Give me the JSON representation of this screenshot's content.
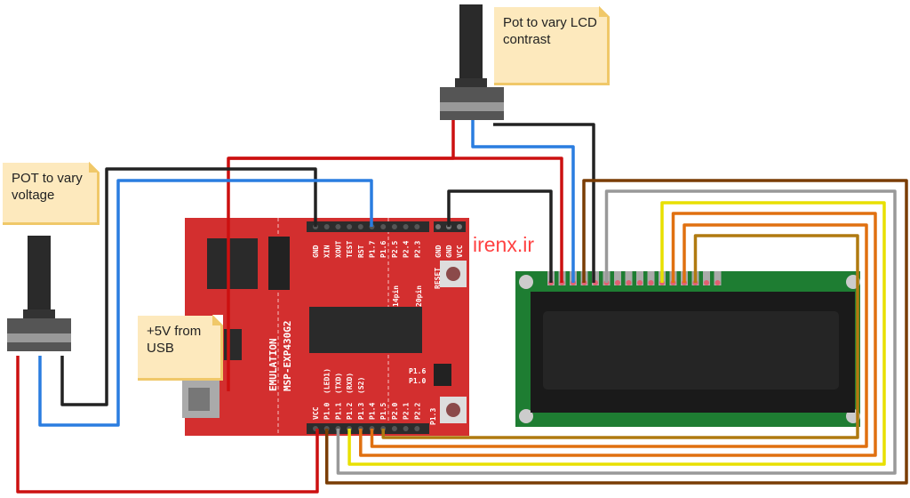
{
  "notes": {
    "lcd_pot": "Pot to vary LCD contrast",
    "voltage_pot": "POT to vary voltage",
    "usb": "+5V from USB"
  },
  "board": {
    "name": "MSP-EXP430G2",
    "emulation": "EMULATION",
    "top_pins": [
      "GND",
      "XIN",
      "XOUT",
      "TEST",
      "RST",
      "P1.7",
      "P1.6",
      "P2.5",
      "P2.4",
      "P2.3"
    ],
    "right_pins": [
      "GND",
      "GND",
      "VCC"
    ],
    "bottom_pins": [
      "VCC",
      "P1.0",
      "P1.1",
      "P1.2",
      "P1.3",
      "P1.4",
      "P1.5",
      "P2.0",
      "P2.1",
      "P2.2"
    ],
    "bottom_sublabels": [
      "",
      "(LED1)",
      "(TXD)",
      "(RXD)",
      "(S2)",
      "",
      "",
      "",
      "",
      ""
    ],
    "reset": "RESET",
    "pin14": "14pin",
    "pin20": "20pin",
    "jumper_p16": "P1.6",
    "jumper_p10": "P1.0",
    "button_p13": "P1.3"
  },
  "watermark": "irenx.ir",
  "colors": {
    "board": "#d32f2f",
    "lcd_pcb": "#1e7d32",
    "lcd_screen": "#222222",
    "note": "#fde9bd"
  }
}
